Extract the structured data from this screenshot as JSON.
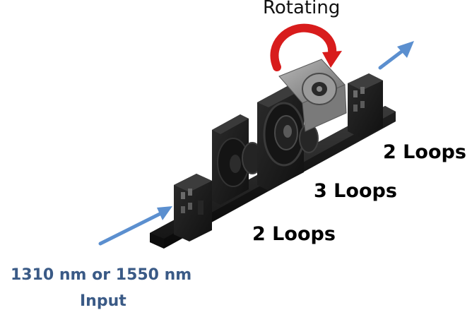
{
  "labels": {
    "rotating": "Rotating",
    "loops_right": "2 Loops",
    "loops_middle": "3 Loops",
    "loops_left": "2 Loops",
    "input_wavelength": "1310 nm or 1550 nm",
    "input_word": "Input"
  },
  "colors": {
    "arrow_blue": "#5b8fcf",
    "rotate_arrow_red": "#d81c1c",
    "device_dark": "#1c1c1c",
    "paddle_gray": "#8c8c8c",
    "input_text": "#3a5a86"
  },
  "icons": {
    "rotation": "curved-rotation-arrow-icon",
    "light_path": "straight-arrow-icon"
  }
}
